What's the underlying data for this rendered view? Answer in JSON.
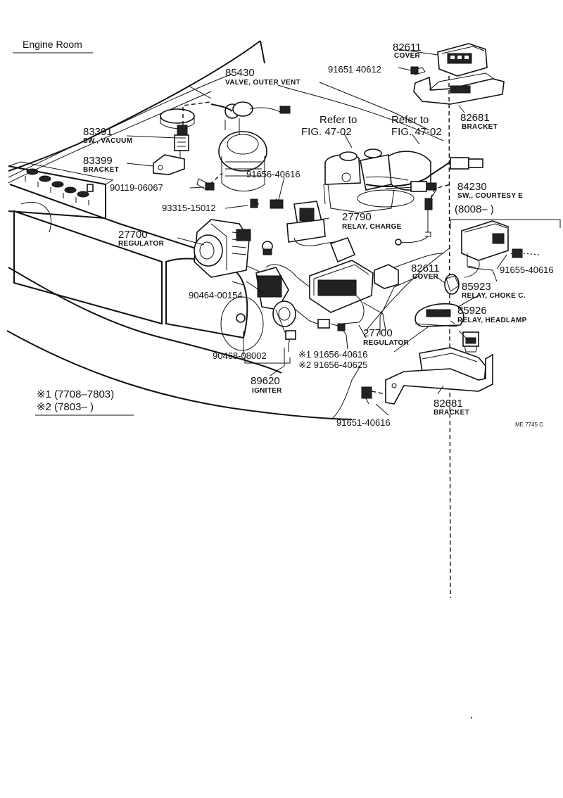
{
  "title": "Engine Room",
  "refs": [
    "Refer to",
    "FIG. 47-02"
  ],
  "parts": [
    {
      "num": "82611",
      "name": "COVER"
    },
    {
      "num": "91651 40612"
    },
    {
      "num": "85430",
      "name": "VALVE, OUTER VENT"
    },
    {
      "num": "82681",
      "name": "BRACKET"
    },
    {
      "num": "83391",
      "name": "SW., VACUUM"
    },
    {
      "num": "83399",
      "name": "BRACKET"
    },
    {
      "num": "90119-06067"
    },
    {
      "num": "91656-40616"
    },
    {
      "num": "84230",
      "name": "SW., COURTESY E"
    },
    {
      "num": "93315-15012"
    },
    {
      "num": "27790",
      "name": "RELAY, CHARGE"
    },
    {
      "num": "(8008–      )"
    },
    {
      "num": "27700",
      "name": "REGULATOR"
    },
    {
      "num": "91655-40616"
    },
    {
      "num": "85923",
      "name": "RELAY, CHOKE C."
    },
    {
      "num": "82611",
      "name": "COVER"
    },
    {
      "num": "90464-00154"
    },
    {
      "num": "85926",
      "name": "RELAY, HEADLAMP"
    },
    {
      "num": "27700",
      "name": "REGULATOR"
    },
    {
      "num": "90468-08002"
    },
    {
      "num": "※1 91656-40616"
    },
    {
      "num": "※2 91656-40625"
    },
    {
      "num": "89620",
      "name": "IGNITER"
    },
    {
      "num": "82681",
      "name": "BRACKET"
    },
    {
      "num": "91651-40616"
    }
  ],
  "notes": [
    "※1  (7708–7803)",
    "※2  (7803–        )"
  ],
  "code": "ME  7745 C"
}
